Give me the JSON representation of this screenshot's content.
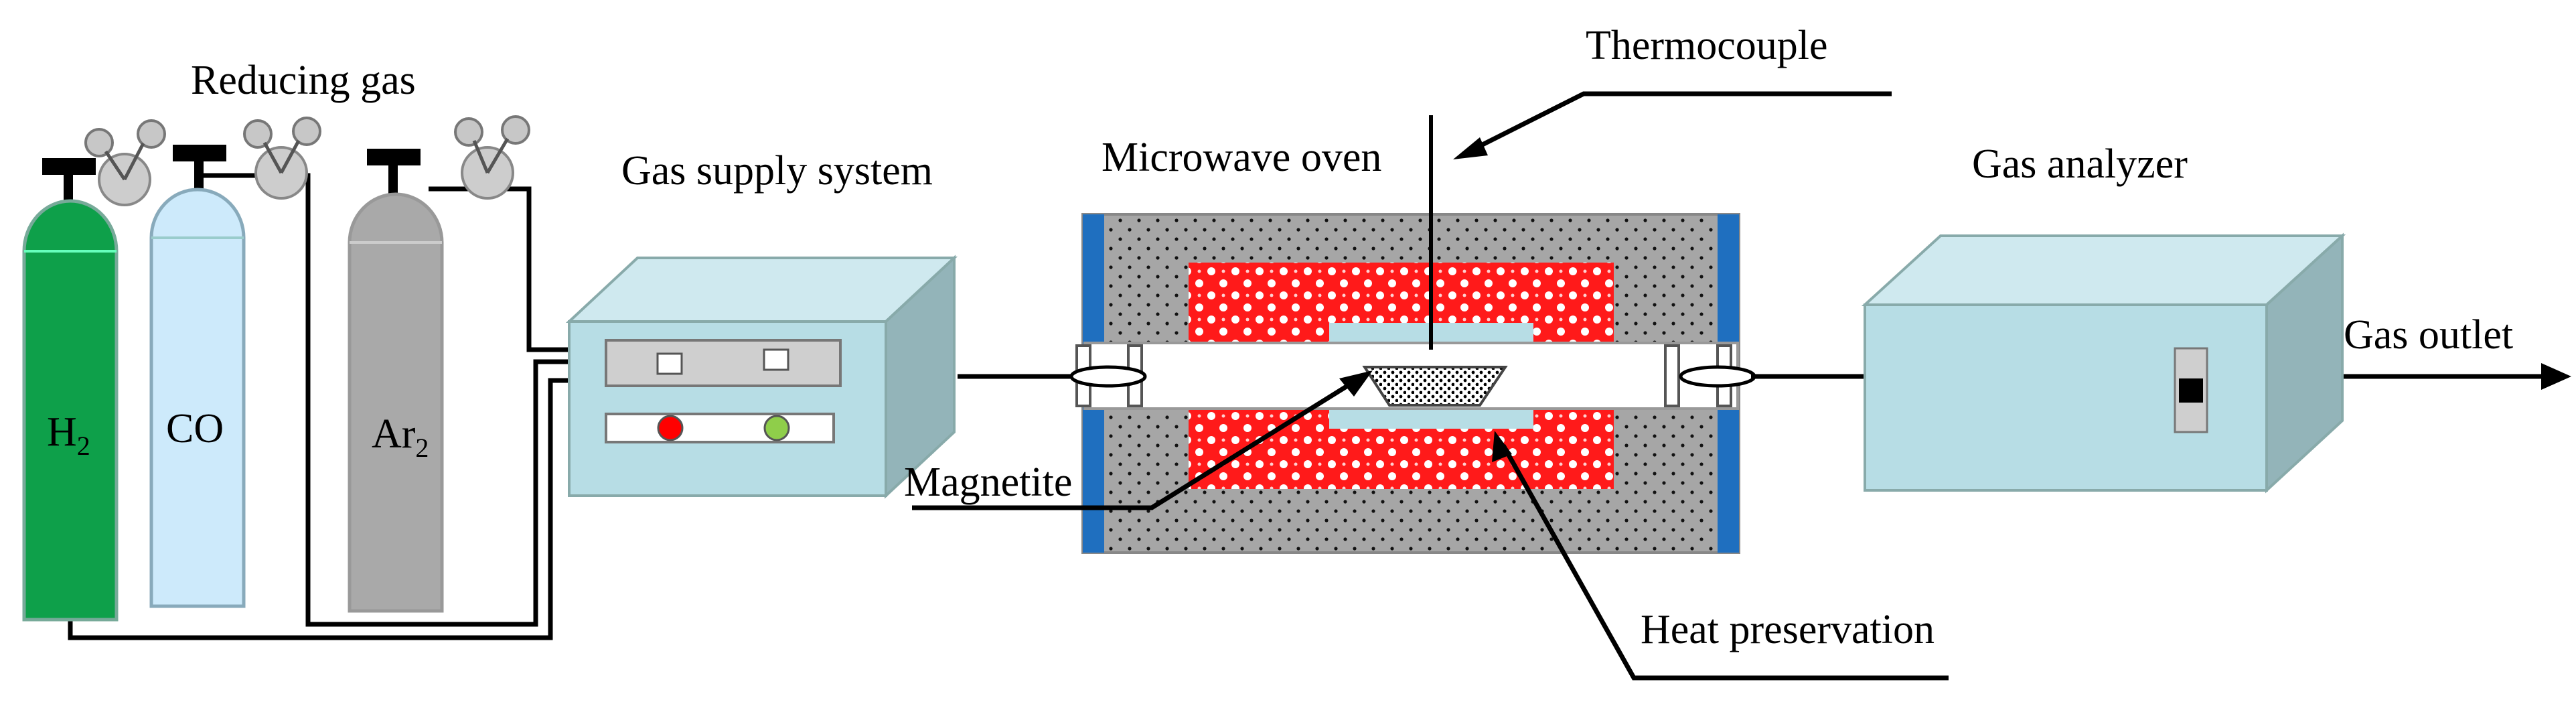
{
  "labels": {
    "reducing_gas": "Reducing gas",
    "gas_supply_system": "Gas supply system",
    "microwave_oven": "Microwave oven",
    "thermocouple": "Thermocouple",
    "gas_analyzer": "Gas analyzer",
    "gas_outlet": "Gas outlet",
    "magnetite": "Magnetite",
    "heat_preservation": "Heat preservation"
  },
  "cylinders": [
    {
      "label": "H",
      "subscript": "2",
      "color": "#0ea04a"
    },
    {
      "label": "CO",
      "subscript": "",
      "color": "#cdeafb"
    },
    {
      "label": "Ar",
      "subscript": "2",
      "color": "#a9a9a9"
    }
  ],
  "colors": {
    "box_fill": "#b7dde5",
    "box_side": "#93b4b9",
    "oven_body": "#a6a6a6",
    "insulation_red": "#ff1a1a",
    "oven_end_blue": "#1f6fbf",
    "indicator_red": "#ff0000",
    "indicator_green": "#8fce4a"
  }
}
